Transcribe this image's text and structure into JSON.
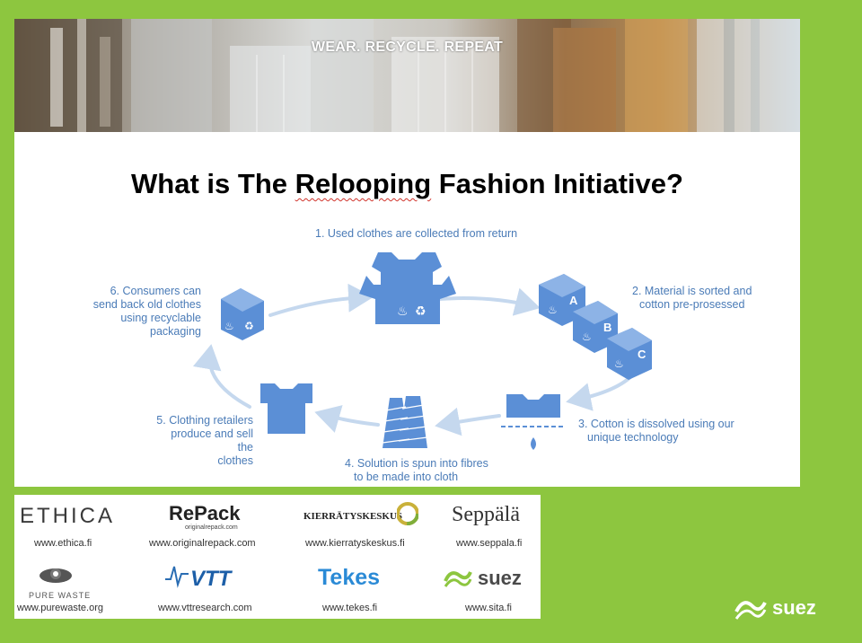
{
  "banner": {
    "title": "WEAR. RECYCLE. REPEAT"
  },
  "heading": {
    "prefix": "What is The ",
    "underlined": "Relooping",
    "suffix": " Fashion Initiative?"
  },
  "steps": [
    {
      "label": "1. Used clothes are collected from return"
    },
    {
      "line1": "2. Material is sorted and",
      "line2": "cotton pre-prosessed"
    },
    {
      "line1": "3. Cotton is dissolved using our",
      "line2": "unique technology"
    },
    {
      "line1": "4. Solution is spun into fibres",
      "line2": "to be made  into cloth"
    },
    {
      "line1": "5. Clothing retailers",
      "line2": "produce and sell the",
      "line3": "clothes"
    },
    {
      "line1": "6. Consumers can",
      "line2": "send back old clothes",
      "line3": "using recyclable",
      "line4": "packaging"
    }
  ],
  "box_letters": [
    "A",
    "B",
    "C"
  ],
  "partners": [
    {
      "name": "ETHICA",
      "url": "www.ethica.fi"
    },
    {
      "name": "RePack",
      "sub": "originalrepack.com",
      "url": "www.originalrepack.com"
    },
    {
      "name": "KIERRÄTYSKESKUS",
      "url": "www.kierratyskeskus.fi"
    },
    {
      "name": "Seppälä",
      "url": "www.seppala.fi"
    },
    {
      "name": "PURE WASTE",
      "url": "www.purewaste.org"
    },
    {
      "name": "VTT",
      "url": "www.vttresearch.com"
    },
    {
      "name": "Tekes",
      "url": "www.tekes.fi"
    },
    {
      "name": "suez",
      "url": "www.sita.fi"
    }
  ],
  "corner_logo": {
    "name": "suez"
  },
  "colors": {
    "background_green": "#8dc63f",
    "diagram_blue": "#4a7bb7",
    "icon_blue": "#5b8fd6",
    "arrow_blue": "#c5d8ee"
  }
}
